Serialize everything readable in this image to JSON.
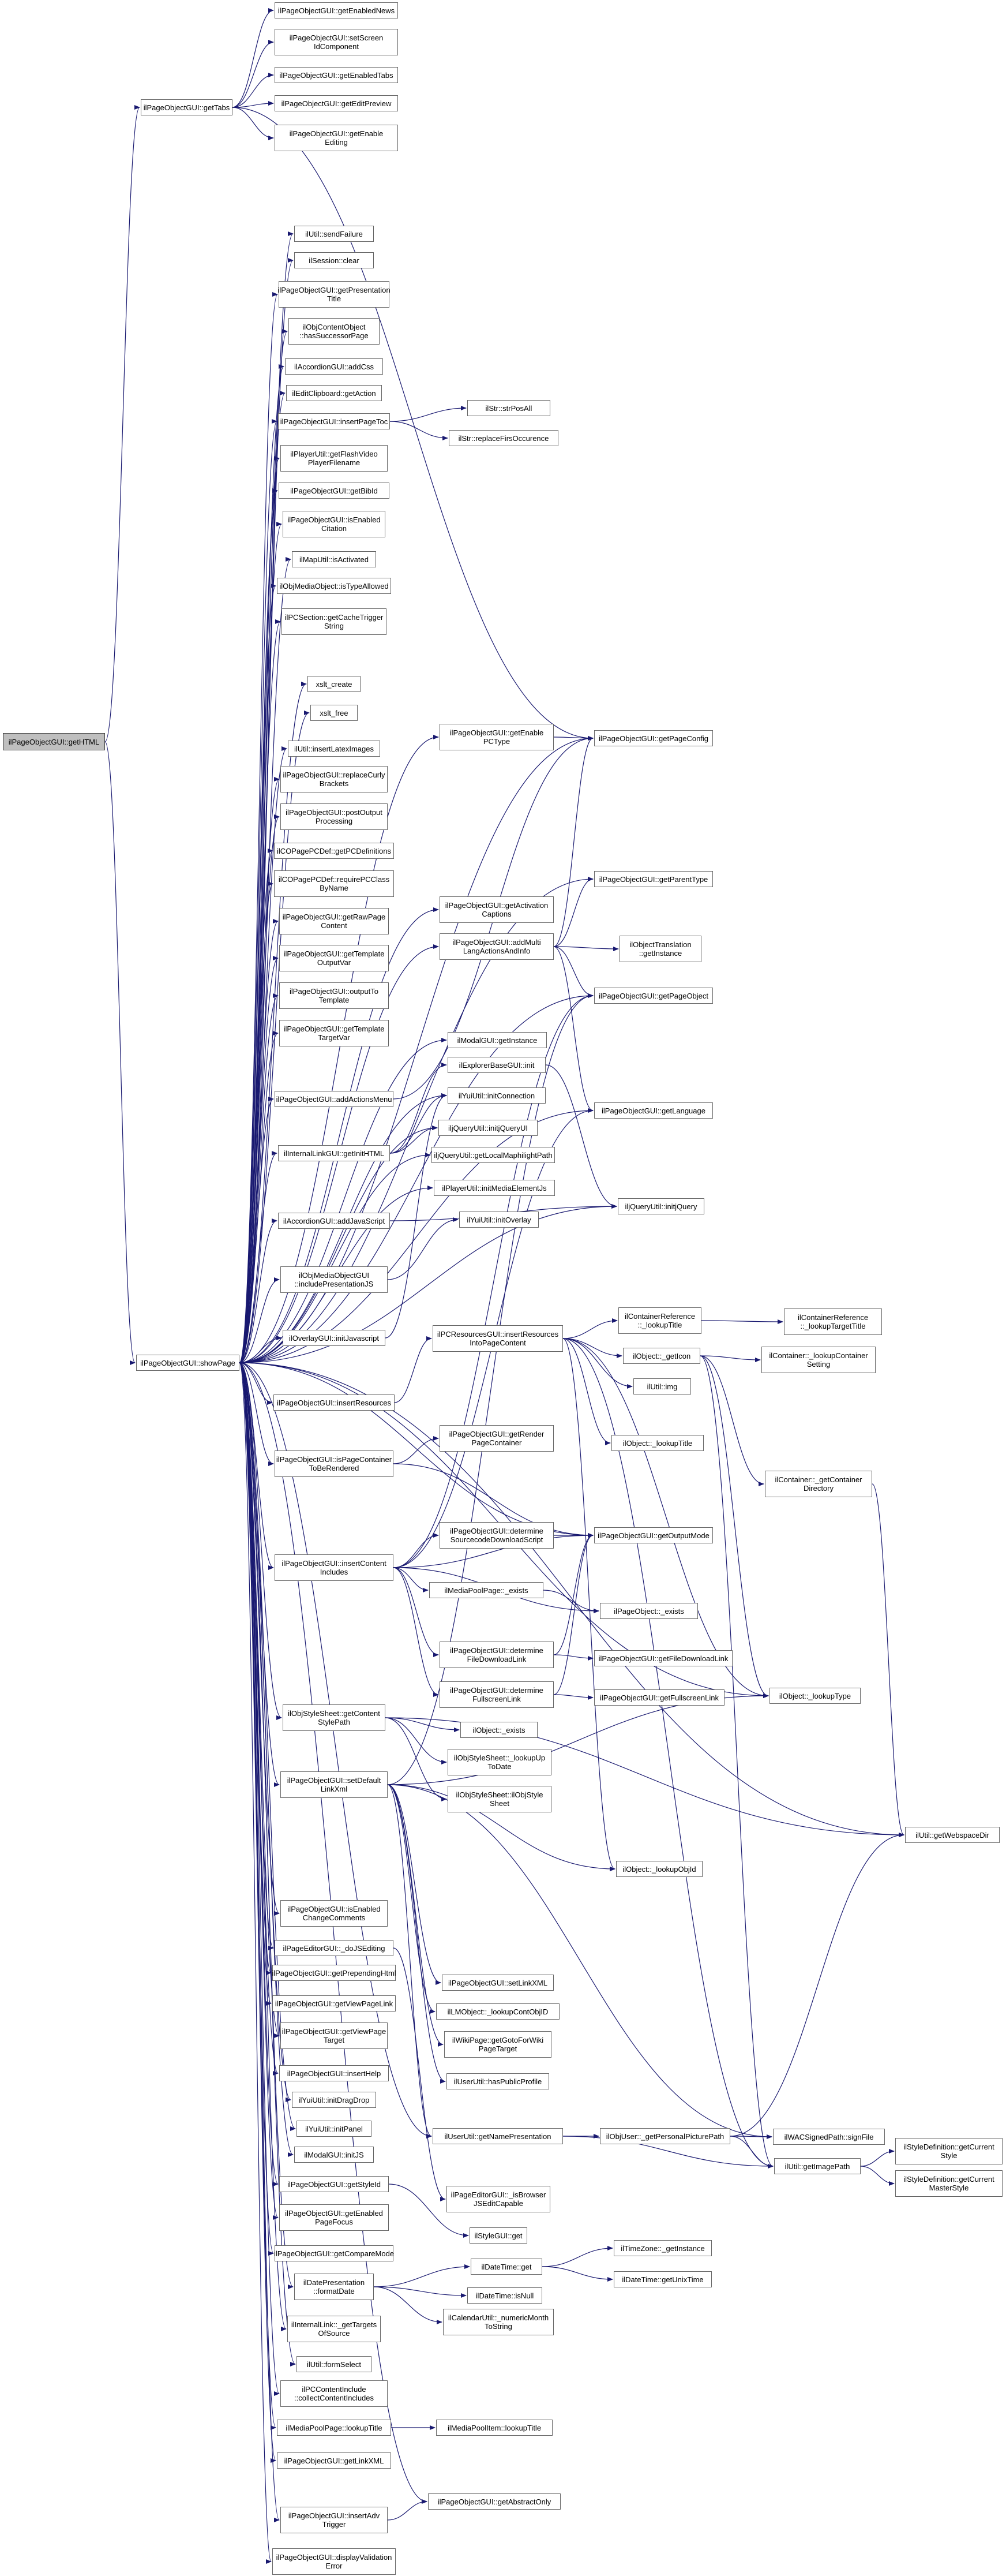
{
  "diagram": {
    "edge_color": "#191970",
    "root_fill": "#bfbfbf",
    "nodes": [
      {
        "id": "root",
        "label": "ilPageObjectGUI::getHTML"
      },
      {
        "id": "getTabs",
        "label": "ilPageObjectGUI::getTabs"
      },
      {
        "id": "showPage",
        "label": "ilPageObjectGUI::showPage"
      },
      {
        "id": "getEnabledNews",
        "label": "ilPageObjectGUI::getEnabledNews"
      },
      {
        "id": "setScreenIdComponent",
        "label": "ilPageObjectGUI::setScreen\nIdComponent"
      },
      {
        "id": "getEnabledTabs",
        "label": "ilPageObjectGUI::getEnabledTabs"
      },
      {
        "id": "getEditPreview",
        "label": "ilPageObjectGUI::getEditPreview"
      },
      {
        "id": "getEnableEditing",
        "label": "ilPageObjectGUI::getEnable\nEditing"
      },
      {
        "id": "sendFailure",
        "label": "ilUtil::sendFailure"
      },
      {
        "id": "sessionClear",
        "label": "ilSession::clear"
      },
      {
        "id": "getPresentationTitle",
        "label": "ilPageObjectGUI::getPresentation\nTitle"
      },
      {
        "id": "hasSuccessorPage",
        "label": "ilObjContentObject\n::hasSuccessorPage"
      },
      {
        "id": "accordionAddCss",
        "label": "ilAccordionGUI::addCss"
      },
      {
        "id": "clipboardGetAction",
        "label": "ilEditClipboard::getAction"
      },
      {
        "id": "insertPageToc",
        "label": "ilPageObjectGUI::insertPageToc"
      },
      {
        "id": "strPosAll",
        "label": "ilStr::strPosAll"
      },
      {
        "id": "replaceFirsOccurence",
        "label": "ilStr::replaceFirsOccurence"
      },
      {
        "id": "flashVideoPlayerFilename",
        "label": "ilPlayerUtil::getFlashVideo\nPlayerFilename"
      },
      {
        "id": "getBibId",
        "label": "ilPageObjectGUI::getBibId"
      },
      {
        "id": "isEnabledCitation",
        "label": "ilPageObjectGUI::isEnabled\nCitation"
      },
      {
        "id": "mapIsActivated",
        "label": "ilMapUtil::isActivated"
      },
      {
        "id": "isTypeAllowed",
        "label": "ilObjMediaObject::isTypeAllowed"
      },
      {
        "id": "getCacheTriggerString",
        "label": "ilPCSection::getCacheTrigger\nString"
      },
      {
        "id": "xsltCreate",
        "label": "xslt_create"
      },
      {
        "id": "xsltFree",
        "label": "xslt_free"
      },
      {
        "id": "insertLatexImages",
        "label": "ilUtil::insertLatexImages"
      },
      {
        "id": "replaceCurlyBrackets",
        "label": "ilPageObjectGUI::replaceCurly\nBrackets"
      },
      {
        "id": "postOutputProcessing",
        "label": "ilPageObjectGUI::postOutput\nProcessing"
      },
      {
        "id": "getPCDefinitions",
        "label": "ilCOPagePCDef::getPCDefinitions"
      },
      {
        "id": "requirePCClassByName",
        "label": "ilCOPagePCDef::requirePCClass\nByName"
      },
      {
        "id": "getRawPageContent",
        "label": "ilPageObjectGUI::getRawPage\nContent"
      },
      {
        "id": "getTemplateOutputVar",
        "label": "ilPageObjectGUI::getTemplate\nOutputVar"
      },
      {
        "id": "outputToTemplate",
        "label": "ilPageObjectGUI::outputTo\nTemplate"
      },
      {
        "id": "getTemplateTargetVar",
        "label": "ilPageObjectGUI::getTemplate\nTargetVar"
      },
      {
        "id": "getEnablePCType",
        "label": "ilPageObjectGUI::getEnable\nPCType"
      },
      {
        "id": "getPageConfig",
        "label": "ilPageObjectGUI::getPageConfig"
      },
      {
        "id": "getActivationCaptions",
        "label": "ilPageObjectGUI::getActivation\nCaptions"
      },
      {
        "id": "getParentType",
        "label": "ilPageObjectGUI::getParentType"
      },
      {
        "id": "addMultiLangActions",
        "label": "ilPageObjectGUI::addMulti\nLangActionsAndInfo"
      },
      {
        "id": "translationGetInstance",
        "label": "ilObjectTranslation\n::getInstance"
      },
      {
        "id": "getPageObject",
        "label": "ilPageObjectGUI::getPageObject"
      },
      {
        "id": "addActionsMenu",
        "label": "ilPageObjectGUI::addActionsMenu"
      },
      {
        "id": "modalGetInstance",
        "label": "ilModalGUI::getInstance"
      },
      {
        "id": "explorerInit",
        "label": "ilExplorerBaseGUI::init"
      },
      {
        "id": "getInitHTML",
        "label": "ilInternalLinkGUI::getInitHTML"
      },
      {
        "id": "initConnection",
        "label": "ilYuiUtil::initConnection"
      },
      {
        "id": "getLanguage",
        "label": "ilPageObjectGUI::getLanguage"
      },
      {
        "id": "initJQueryUI",
        "label": "iljQueryUtil::initjQueryUI"
      },
      {
        "id": "getLocalMaphilightPath",
        "label": "iljQueryUtil::getLocalMaphilightPath"
      },
      {
        "id": "accordionAddJavaScript",
        "label": "ilAccordionGUI::addJavaScript"
      },
      {
        "id": "initMediaElementJs",
        "label": "ilPlayerUtil::initMediaElementJs"
      },
      {
        "id": "initJQuery",
        "label": "iljQueryUtil::initjQuery"
      },
      {
        "id": "initOverlay",
        "label": "ilYuiUtil::initOverlay"
      },
      {
        "id": "includePresentationJS",
        "label": "ilObjMediaObjectGUI\n::includePresentationJS"
      },
      {
        "id": "overlayInitJavascript",
        "label": "ilOverlayGUI::initJavascript"
      },
      {
        "id": "insertResourcesIntoPageContent",
        "label": "ilPCResourcesGUI::insertResources\nIntoPageContent"
      },
      {
        "id": "refLookupTitle",
        "label": "ilContainerReference\n::_lookupTitle"
      },
      {
        "id": "refLookupTargetTitle",
        "label": "ilContainerReference\n::_lookupTargetTitle"
      },
      {
        "id": "objGetIcon",
        "label": "ilObject::_getIcon"
      },
      {
        "id": "lookupContainerSetting",
        "label": "ilContainer::_lookupContainer\nSetting"
      },
      {
        "id": "insertResources",
        "label": "ilPageObjectGUI::insertResources"
      },
      {
        "id": "ilUtilImg",
        "label": "ilUtil::img"
      },
      {
        "id": "objLookupTitle",
        "label": "ilObject::_lookupTitle"
      },
      {
        "id": "isPageContainerToBeRendered",
        "label": "ilPageObjectGUI::isPageContainer\nToBeRendered"
      },
      {
        "id": "getRenderPageContainer",
        "label": "ilPageObjectGUI::getRender\nPageContainer"
      },
      {
        "id": "getContainerDirectory",
        "label": "ilContainer::_getContainer\nDirectory"
      },
      {
        "id": "determineSourcecode",
        "label": "ilPageObjectGUI::determine\nSourcecodeDownloadScript"
      },
      {
        "id": "getOutputMode",
        "label": "ilPageObjectGUI::getOutputMode"
      },
      {
        "id": "insertContentIncludes",
        "label": "ilPageObjectGUI::insertContent\nIncludes"
      },
      {
        "id": "mediaPoolExists",
        "label": "ilMediaPoolPage::_exists"
      },
      {
        "id": "pageObjectExists",
        "label": "ilPageObject::_exists"
      },
      {
        "id": "determineFileDownloadLink",
        "label": "ilPageObjectGUI::determine\nFileDownloadLink"
      },
      {
        "id": "getFileDownloadLink",
        "label": "ilPageObjectGUI::getFileDownloadLink"
      },
      {
        "id": "determineFullscreenLink",
        "label": "ilPageObjectGUI::determine\nFullscreenLink"
      },
      {
        "id": "getFullscreenLink",
        "label": "ilPageObjectGUI::getFullscreenLink"
      },
      {
        "id": "lookupType",
        "label": "ilObject::_lookupType"
      },
      {
        "id": "getContentStylePath",
        "label": "ilObjStyleSheet::getContent\nStylePath"
      },
      {
        "id": "objectExists",
        "label": "ilObject::_exists"
      },
      {
        "id": "lookupUpToDate",
        "label": "ilObjStyleSheet::_lookupUp\nToDate"
      },
      {
        "id": "ilObjStyleSheet",
        "label": "ilObjStyleSheet::ilObjStyle\nSheet"
      },
      {
        "id": "setDefaultLinkXml",
        "label": "ilPageObjectGUI::setDefault\nLinkXml"
      },
      {
        "id": "getWebspaceDir",
        "label": "ilUtil::getWebspaceDir"
      },
      {
        "id": "lookupObjId",
        "label": "ilObject::_lookupObjId"
      },
      {
        "id": "isEnabledChangeComments",
        "label": "ilPageObjectGUI::isEnabled\nChangeComments"
      },
      {
        "id": "isSEditing",
        "label": "ilPageEditorGUI::_doJSEditing"
      },
      {
        "id": "getPrependingHtml",
        "label": "ilPageObjectGUI::getPrependingHtml"
      },
      {
        "id": "setLinkXML",
        "label": "ilPageObjectGUI::setLinkXML"
      },
      {
        "id": "getViewPageLink",
        "label": "ilPageObjectGUI::getViewPageLink"
      },
      {
        "id": "lookupContObjID",
        "label": "ilLMObject::_lookupContObjID"
      },
      {
        "id": "getViewPageTarget",
        "label": "ilPageObjectGUI::getViewPage\nTarget"
      },
      {
        "id": "getGotoForWikiPageTarget",
        "label": "ilWikiPage::getGotoForWiki\nPageTarget"
      },
      {
        "id": "insertHelp",
        "label": "ilPageObjectGUI::insertHelp"
      },
      {
        "id": "hasPublicProfile",
        "label": "ilUserUtil::hasPublicProfile"
      },
      {
        "id": "initDragDrop",
        "label": "ilYuiUtil::initDragDrop"
      },
      {
        "id": "getNamePresentation",
        "label": "ilUserUtil::getNamePresentation"
      },
      {
        "id": "getPersonalPicturePath",
        "label": "ilObjUser::_getPersonalPicturePath"
      },
      {
        "id": "signFile",
        "label": "ilWACSignedPath::signFile"
      },
      {
        "id": "initPanel",
        "label": "ilYuiUtil::initPanel"
      },
      {
        "id": "modalInitJS",
        "label": "ilModalGUI::initJS"
      },
      {
        "id": "getImagePath",
        "label": "ilUtil::getImagePath"
      },
      {
        "id": "getCurrentStyle",
        "label": "ilStyleDefinition::getCurrent\nStyle"
      },
      {
        "id": "getCurrentMasterStyle",
        "label": "ilStyleDefinition::getCurrent\nMasterStyle"
      },
      {
        "id": "getStyleId",
        "label": "ilPageObjectGUI::getStyleId"
      },
      {
        "id": "isBrowserJSEditCapable",
        "label": "ilPageEditorGUI::_isBrowser\nJSEditCapable"
      },
      {
        "id": "getEnabledPageFocus",
        "label": "ilPageObjectGUI::getEnabled\nPageFocus"
      },
      {
        "id": "ilStyleGet",
        "label": "ilStyleGUI::get"
      },
      {
        "id": "getCompareMode",
        "label": "ilPageObjectGUI::getCompareMode"
      },
      {
        "id": "dateTimeGet",
        "label": "ilDateTime::get"
      },
      {
        "id": "timeZoneGetInstance",
        "label": "ilTimeZone::_getInstance"
      },
      {
        "id": "formatDate",
        "label": "ilDatePresentation\n::formatDate"
      },
      {
        "id": "getUnixTime",
        "label": "ilDateTime::getUnixTime"
      },
      {
        "id": "isNull",
        "label": "ilDateTime::isNull"
      },
      {
        "id": "numericMonthToString",
        "label": "ilCalendarUtil::_numericMonth\nToString"
      },
      {
        "id": "getTargetsOfSource",
        "label": "ilInternalLink::_getTargets\nOfSource"
      },
      {
        "id": "formSelect",
        "label": "ilUtil::formSelect"
      },
      {
        "id": "collectContentIncludes",
        "label": "ilPCContentInclude\n::collectContentIncludes"
      },
      {
        "id": "mpLookupTitle",
        "label": "ilMediaPoolPage::lookupTitle"
      },
      {
        "id": "mpItemLookupTitle",
        "label": "ilMediaPoolItem::lookupTitle"
      },
      {
        "id": "getLinkXML",
        "label": "ilPageObjectGUI::getLinkXML"
      },
      {
        "id": "getAbstractOnly",
        "label": "ilPageObjectGUI::getAbstractOnly"
      },
      {
        "id": "insertAdvTrigger",
        "label": "ilPageObjectGUI::insertAdv\nTrigger"
      },
      {
        "id": "displayValidationError",
        "label": "ilPageObjectGUI::displayValidation\nError"
      }
    ]
  }
}
